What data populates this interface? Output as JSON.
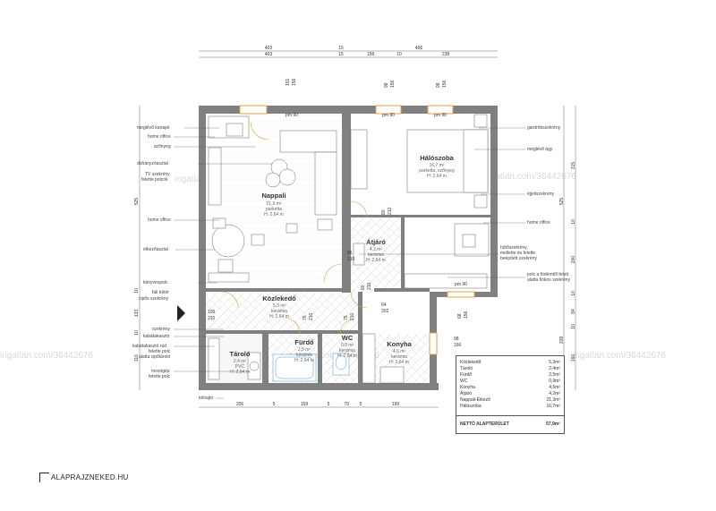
{
  "watermark": "ingatlan.com/36442676",
  "brand": "ALAPRAJZNEKED.HU",
  "rooms": [
    {
      "id": "nappali",
      "name": "Nappali",
      "area": "21,3 m²",
      "floor": "parketta",
      "height": "H: 2,64 m"
    },
    {
      "id": "haloszoba",
      "name": "Hálószoba",
      "area": "16,7 m²",
      "floor": "parketta, szőnyeg",
      "height": "H: 2,64 m"
    },
    {
      "id": "atjaro",
      "name": "Átjáró",
      "area": "4,2 m²",
      "floor": "kerámia",
      "height": "H: 2,64 m"
    },
    {
      "id": "kozlekedo",
      "name": "Közlekedő",
      "area": "5,3 m²",
      "floor": "kerámia",
      "height": "H: 2,64 m"
    },
    {
      "id": "tarolo",
      "name": "Tároló",
      "area": "2,4 m²",
      "floor": "PVC",
      "height": "H: 2,64 m"
    },
    {
      "id": "furdo",
      "name": "Fürdő",
      "area": "2,5 m²",
      "floor": "kerámia",
      "height": "H: 2,64 m"
    },
    {
      "id": "wc",
      "name": "WC",
      "area": "0,9 m²",
      "floor": "kerámia",
      "height": "H: 2,64 m"
    },
    {
      "id": "konyha",
      "name": "Konyha",
      "area": "4,6 m²",
      "floor": "kerámia",
      "height": "H: 2,64 m"
    }
  ],
  "left_labels": [
    "meglévő kanapé",
    "home office",
    "szőnyeg",
    "dohányzóasztal",
    "TV szekrény",
    "felette polcok",
    "home office",
    "étkezőasztal",
    "könyvespolc",
    "fali tükör",
    "cipős szekrény",
    "szekrény",
    "kabátakasztó",
    "kabátakasztó rúd",
    "felette polc",
    "alatta cipőtároló",
    "mosógép",
    "felette polc",
    "tolóajtó"
  ],
  "right_labels": [
    "gardróbszekrény",
    "meglévő ágy",
    "éjjeliszekrény",
    "home office",
    "hűtőszekrény",
    "mellette és felette",
    "beépített szekrény",
    "polc a födémtől felett",
    "alatta fiókos szekrény"
  ],
  "window_labels": [
    "pm 90",
    "pm 90",
    "pm 90",
    "pm 90"
  ],
  "dims_top1": [
    "403",
    "15",
    "406"
  ],
  "dims_top2": [
    "403",
    "15",
    "158",
    "10",
    "238"
  ],
  "dims_bottom": [
    "206",
    "5",
    "159",
    "5",
    "79",
    "5",
    "199"
  ],
  "dims_left": [
    "525",
    "10",
    "133",
    "10",
    "116"
  ],
  "dims_right": [
    "315",
    "10",
    "525",
    "200",
    "10",
    "84",
    "10",
    "209",
    "160"
  ],
  "opening_dims": [
    "151",
    "156",
    "98",
    "156",
    "98",
    "156",
    "80",
    "210",
    "86",
    "210",
    "80",
    "210",
    "100",
    "210",
    "75",
    "210",
    "75",
    "210",
    "64",
    "202",
    "68",
    "156",
    "98",
    "156"
  ],
  "area_table": {
    "rows": [
      {
        "name": "Közlekedő",
        "area": "5,3m²"
      },
      {
        "name": "Tároló",
        "area": "2,4m²"
      },
      {
        "name": "Fürdő",
        "area": "2,5m²"
      },
      {
        "name": "WC",
        "area": "0,9m²"
      },
      {
        "name": "Konyha",
        "area": "4,6m²"
      },
      {
        "name": "Átjáró",
        "area": "4,2m²"
      },
      {
        "name": "Nappali-Étkező",
        "area": "21,3m²"
      },
      {
        "name": "Hálószoba",
        "area": "16,7m²"
      }
    ],
    "total_label": "NETTÓ ALAPTERÜLET",
    "total_value": "57,9m²"
  },
  "colors": {
    "wall": "#808080",
    "window": "#e8a040",
    "hatch": "#d8d8d8",
    "fixture": "#4a90c8"
  }
}
